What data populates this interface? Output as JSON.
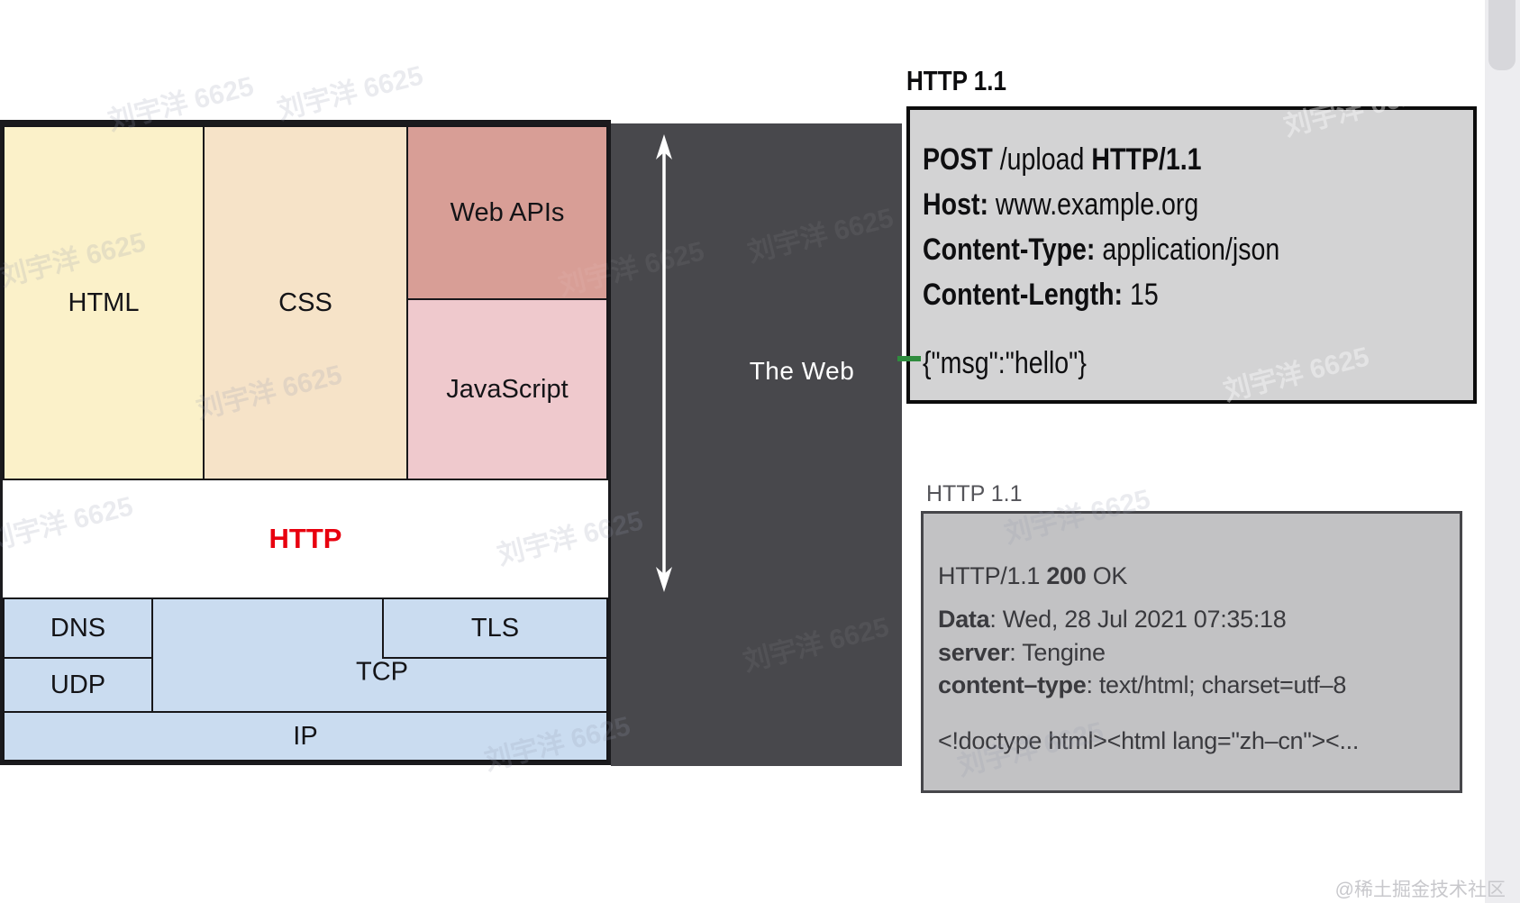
{
  "stack": {
    "html_label": "HTML",
    "css_label": "CSS",
    "web_apis_label": "Web APIs",
    "javascript_label": "JavaScript",
    "http_label": "HTTP",
    "dns_label": "DNS",
    "udp_label": "UDP",
    "tcp_label": "TCP",
    "tls_label": "TLS",
    "ip_label": "IP"
  },
  "web_region": {
    "label": "The Web",
    "arrow_icon": "double-headed-vertical-arrow"
  },
  "request_panel": {
    "title": "HTTP 1.1",
    "request_line": {
      "method": "POST",
      "path": " /upload ",
      "version": "HTTP/1.1"
    },
    "headers": [
      {
        "key": "Host:",
        "value": " www.example.org"
      },
      {
        "key": "Content-Type:",
        "value": " application/json"
      },
      {
        "key": "Content-Length:",
        "value": " 15"
      }
    ],
    "body": "{\"msg\":\"hello\"}"
  },
  "response_panel": {
    "title": "HTTP 1.1",
    "status_line": {
      "pre": "HTTP/1.1 ",
      "code": "200",
      "post": " OK"
    },
    "headers": [
      {
        "key": "Data",
        "value": ": Wed, 28 Jul 2021 07:35:18"
      },
      {
        "key": "server",
        "value": ": Tengine"
      },
      {
        "key": "content–type",
        "value": ": text/html; charset=utf–8"
      }
    ],
    "body": "<!doctype html><html lang=\"zh–cn\"><..."
  },
  "watermark": {
    "text": "刘宇洋 6625",
    "credit": "@稀土掘金技术社区"
  },
  "colors": {
    "html_box": "#fbf1c9",
    "css_box": "#f6e3c8",
    "web_apis_box": "#d89e96",
    "javascript_box": "#efc9cd",
    "network_box": "#cadcf0",
    "http_text": "#e8000e",
    "dark_region": "#48484c",
    "request_fill": "#d3d3d4",
    "response_fill": "#c2c2c4",
    "connector_green": "#2f8c3e"
  }
}
